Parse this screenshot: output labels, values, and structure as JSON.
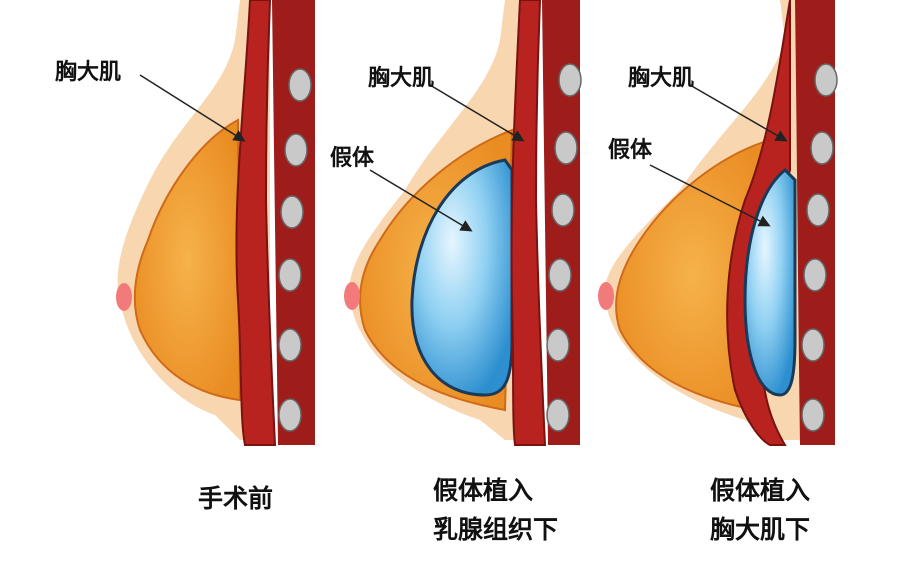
{
  "panels": [
    {
      "muscle_label": "胸大肌",
      "caption_line1": "手术前"
    },
    {
      "muscle_label": "胸大肌",
      "implant_label": "假体",
      "caption_line1": "假体植入",
      "caption_line2": "乳腺组织下"
    },
    {
      "muscle_label": "胸大肌",
      "implant_label": "假体",
      "caption_line1": "假体植入",
      "caption_line2": "胸大肌下"
    }
  ],
  "colors": {
    "breast": "#f2a23a",
    "muscle": "#b8231f",
    "implant": "#7cc3ea",
    "skin": "#f8d7b0",
    "rib": "#c9c9c9"
  }
}
